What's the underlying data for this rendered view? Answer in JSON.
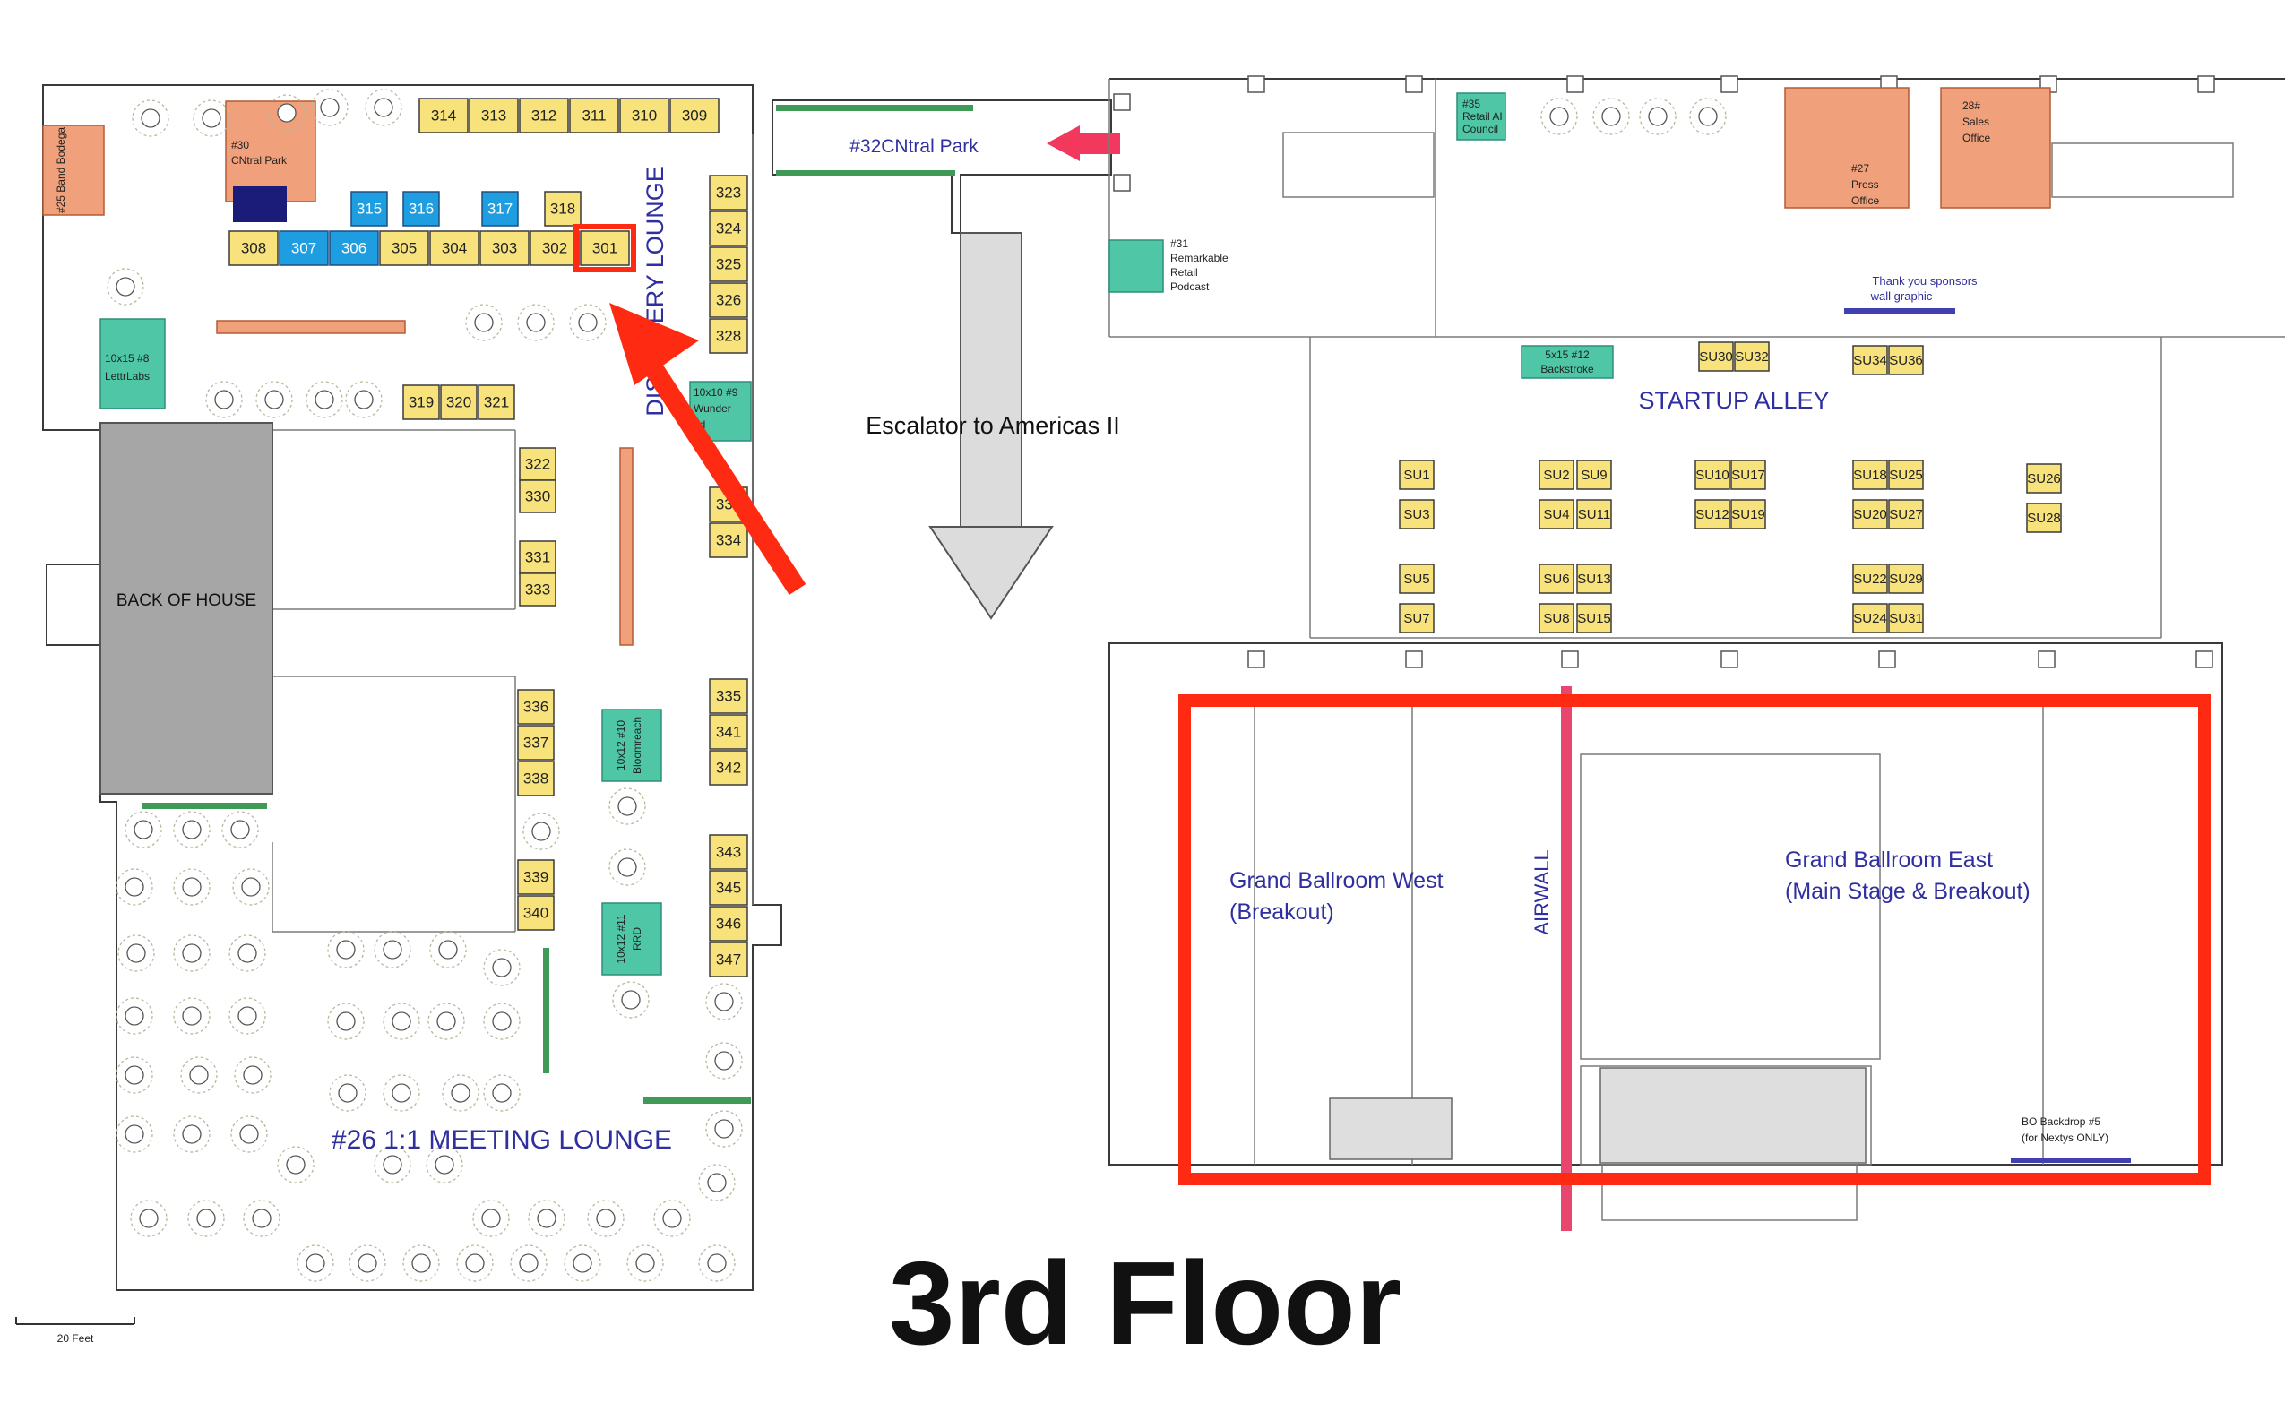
{
  "title": "3rd Floor",
  "scale_label": "20 Feet",
  "areas": {
    "band_bodega": "#25 Band Bodega",
    "cntral_park_30_line1": "#30",
    "cntral_park_30_line2": "CNtral Park",
    "lettrlabs_line1": "10x15 #8",
    "lettrlabs_line2": "LettrLabs",
    "back_of_house": "BACK OF HOUSE",
    "discovery_lounge": "DISCOVERY LOUNGE",
    "wunder_line1": "10x10 #9",
    "wunder_line2": "Wunder",
    "wunder_line3": "ad",
    "bloomreach_line1": "10x12 #10",
    "bloomreach_line2": "Bloomreach",
    "rrd_line1": "10x12 #11",
    "rrd_line2": "RRD",
    "meeting_lounge": "#26  1:1 MEETING LOUNGE",
    "cntral_park_32": "#32CNtral Park",
    "escalator": "Escalator to Americas II",
    "retail_ai_line1": "#35",
    "retail_ai_line2": "Retail AI",
    "retail_ai_line3": "Council",
    "remarkable_line1": "#31",
    "remarkable_line2": "Remarkable",
    "remarkable_line3": "Retail",
    "remarkable_line4": "Podcast",
    "press_line1": "#27",
    "press_line2": "Press",
    "press_line3": "Office",
    "sales_line1": "28#",
    "sales_line2": "Sales",
    "sales_line3": "Office",
    "sponsors_line1": "Thank you sponsors",
    "sponsors_line2": "wall graphic",
    "backstroke_line1": "5x15 #12",
    "backstroke_line2": "Backstroke",
    "startup_alley": "STARTUP ALLEY",
    "ballroom_west_line1": "Grand Ballroom West",
    "ballroom_west_line2": "(Breakout)",
    "airwall": "AIRWALL",
    "ballroom_east_line1": "Grand Ballroom East",
    "ballroom_east_line2": "(Main Stage & Breakout)",
    "backdrop_line1": "BO Backdrop #5",
    "backdrop_line2": "(for Nextys ONLY)"
  },
  "booths": {
    "top_row": [
      "314",
      "313",
      "312",
      "311",
      "310",
      "309"
    ],
    "blue_row": [
      "315",
      "316",
      "317"
    ],
    "b318": "318",
    "lower_row": [
      "308",
      "307",
      "306",
      "305",
      "304",
      "303",
      "302",
      "301"
    ],
    "highlighted": "301",
    "mid_row": [
      "319",
      "320",
      "321"
    ],
    "col_a": [
      "322",
      "330",
      "331",
      "333"
    ],
    "col_b": [
      "336",
      "337",
      "338",
      "339",
      "340"
    ],
    "right_col_top": [
      "323",
      "324",
      "325",
      "326",
      "328"
    ],
    "right_col_mid": [
      "332",
      "334"
    ],
    "right_col_low": [
      "335",
      "341",
      "342"
    ],
    "right_col_bottom": [
      "343",
      "345",
      "346",
      "347"
    ]
  },
  "startup_booths": {
    "top": [
      "SU30",
      "SU32",
      "SU34",
      "SU36"
    ],
    "grid": [
      [
        "SU1",
        "SU3",
        "SU5",
        "SU7"
      ],
      [
        "SU2",
        "SU4",
        "SU6",
        "SU8"
      ],
      [
        "SU9",
        "SU11",
        "SU13",
        "SU15"
      ],
      [
        "SU10",
        "SU12"
      ],
      [
        "SU17",
        "SU19"
      ],
      [
        "SU18",
        "SU20",
        "SU22",
        "SU24"
      ],
      [
        "SU25",
        "SU27",
        "SU29",
        "SU31"
      ],
      [
        "SU26",
        "SU28"
      ]
    ]
  },
  "colors": {
    "booth": "#f7e27c",
    "booth_blue": "#1e9ee0",
    "teal": "#4fc7a6",
    "orange": "#f0a07a",
    "highlight": "#ff2a12",
    "label": "#2f2fa0"
  }
}
